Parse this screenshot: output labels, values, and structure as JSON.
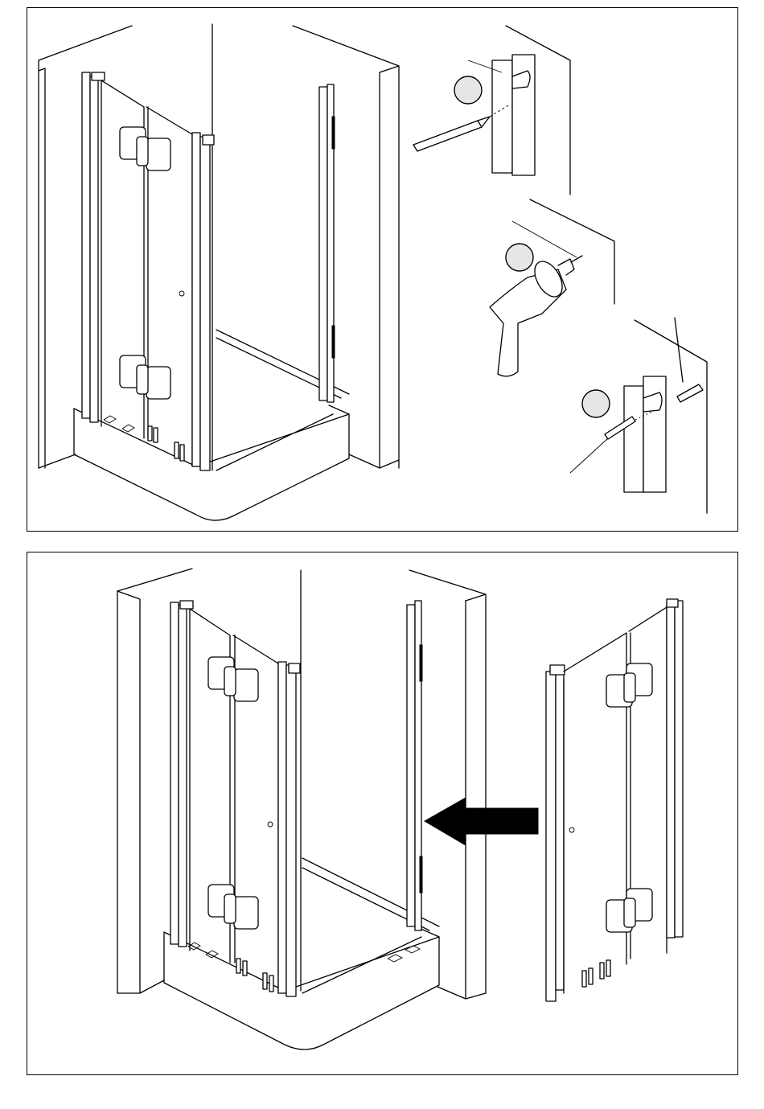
{
  "diagram": {
    "panels": [
      {
        "id": "step-mark-drill-fix",
        "callouts": [
          {
            "id": "callout-1",
            "label": ""
          },
          {
            "id": "callout-2",
            "label": ""
          },
          {
            "id": "callout-3",
            "label": ""
          }
        ]
      },
      {
        "id": "step-attach-side-panel",
        "arrow_direction": "left"
      }
    ],
    "colors": {
      "line": "#000000",
      "background": "#ffffff",
      "callout_fill": "#e6e6e6",
      "arrow_fill": "#000000"
    }
  }
}
